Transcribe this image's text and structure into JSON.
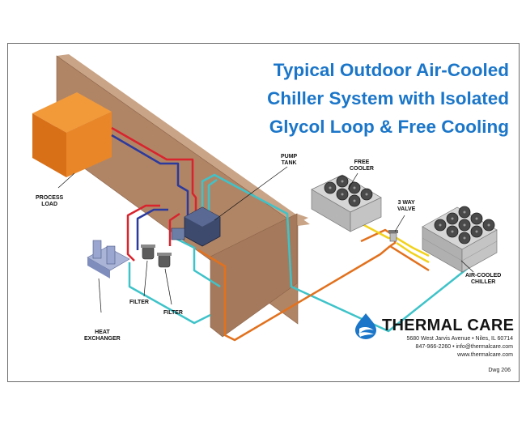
{
  "title": {
    "line1": "Typical Outdoor Air-Cooled",
    "line2": "Chiller System with Isolated",
    "line3": "Glycol Loop & Free Cooling"
  },
  "labels": {
    "process_load": [
      "PROCESS",
      "LOAD"
    ],
    "pump_tank": [
      "PUMP",
      "TANK"
    ],
    "free_cooler": [
      "FREE",
      "COOLER"
    ],
    "three_way_valve": [
      "3 WAY",
      "VALVE"
    ],
    "air_cooled_chiller": [
      "AIR-COOLED",
      "CHILLER"
    ],
    "filter_1": "FILTER",
    "filter_2": "FILTER",
    "heat_exchanger": [
      "HEAT",
      "EXCHANGER"
    ]
  },
  "company": {
    "name": "THERMAL CARE",
    "address": "5680 West Jarvis Avenue  •  Niles, IL 60714",
    "contact": "847-966-2260  •  info@thermalcare.com",
    "website": "www.thermalcare.com",
    "drawing": "Dwg 206"
  },
  "colors": {
    "title": "#1b76c9",
    "wall": "#b08566",
    "process_load": "#e07a1f",
    "supply_pipe": "#d9232d",
    "return_pipe": "#2b3a9e",
    "chilled_water_pipe": "#3ec3c9",
    "glycol_pipe": "#e2711d",
    "glycol_return_pipe": "#f1d21c"
  },
  "icons": {
    "logo": "water-drop-logo-icon"
  }
}
